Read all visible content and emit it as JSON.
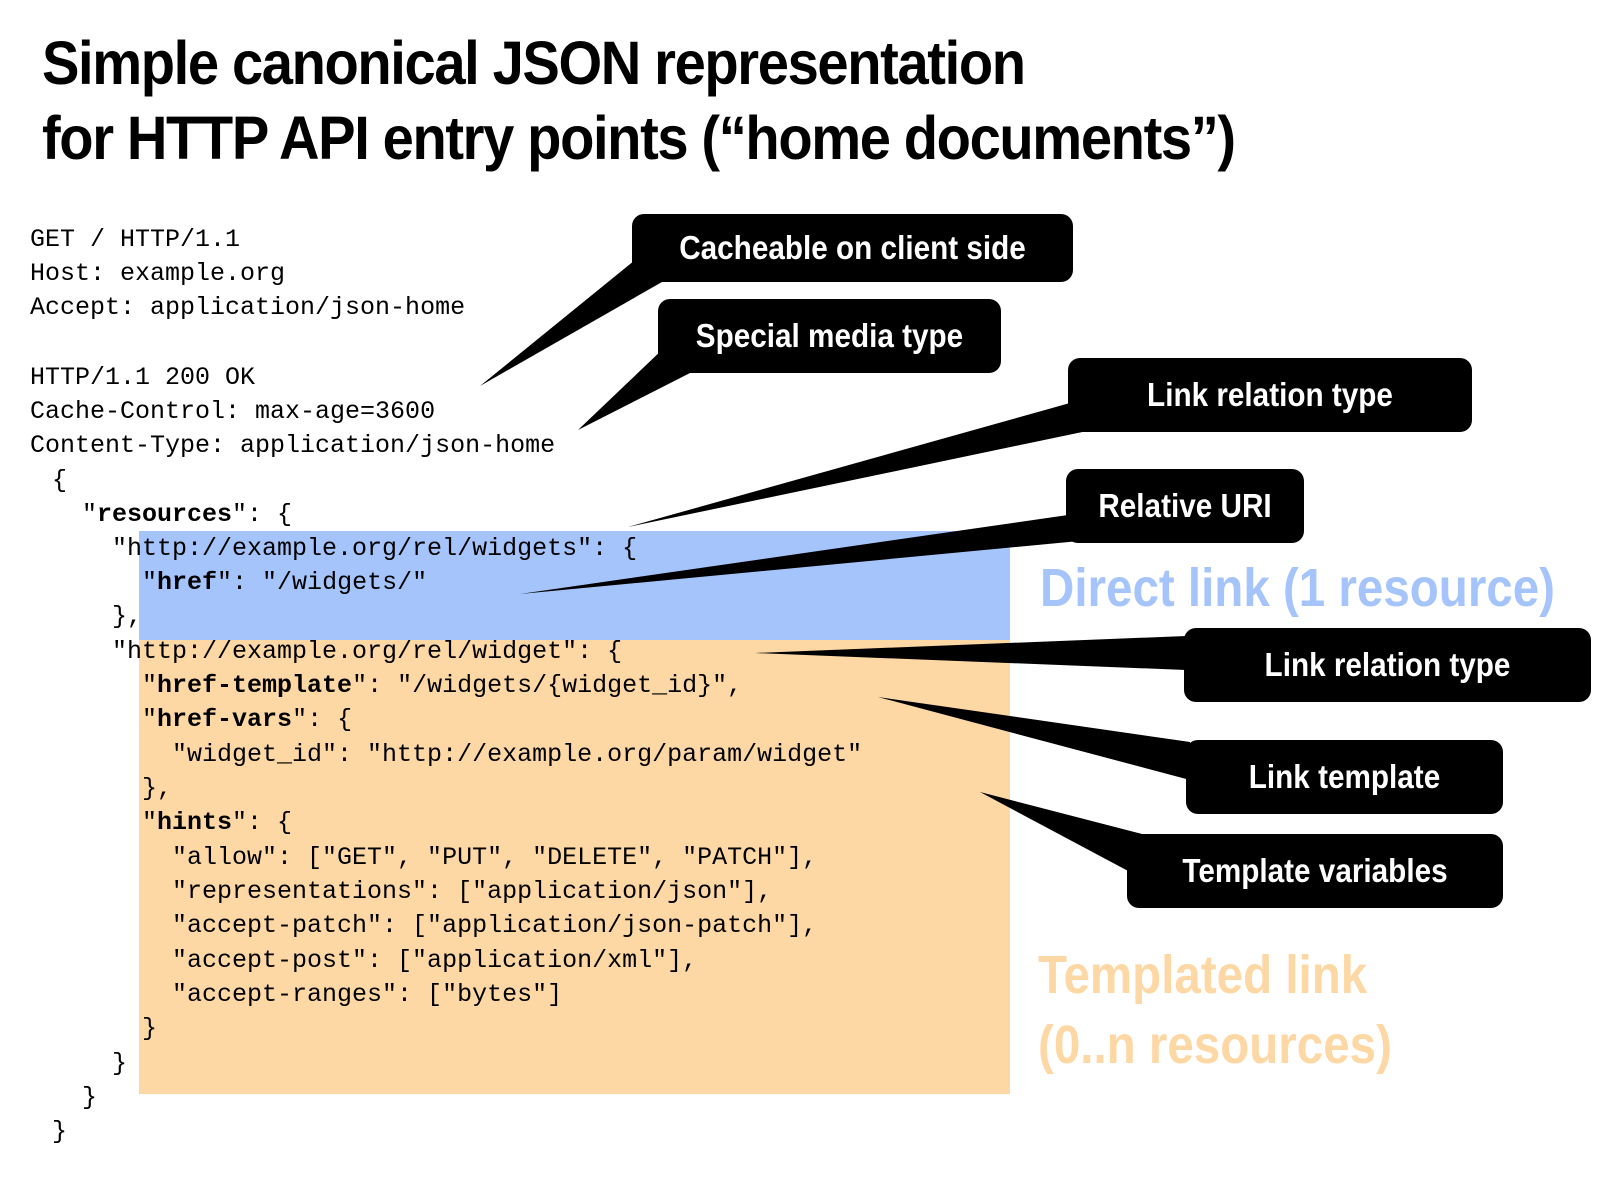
{
  "title": {
    "line1": "Simple canonical JSON representation",
    "line2": "for HTTP API entry points (“home documents”)"
  },
  "code_lines": [
    "GET / HTTP/1.1",
    "Host: example.org",
    "Accept: application/json-home",
    "HTTP/1.1 200 OK",
    "Cache-Control: max-age=3600",
    "Content-Type: application/json-home",
    "{",
    "  \"resources\": {",
    "    \"http://example.org/rel/widgets\": {",
    "      \"href\": \"/widgets/\"",
    "    },",
    "    \"http://example.org/rel/widget\": {",
    "      \"href-template\": \"/widgets/{widget_id}\",",
    "      \"href-vars\": {",
    "        \"widget_id\": \"http://example.org/param/widget\"",
    "      },",
    "      \"hints\": {",
    "        \"allow\": [\"GET\", \"PUT\", \"DELETE\", \"PATCH\"],",
    "        \"representations\": [\"application/json\"],",
    "        \"accept-patch\": [\"application/json-patch\"],",
    "        \"accept-post\": [\"application/xml\"],",
    "        \"accept-ranges\": [\"bytes\"]",
    "      }",
    "    }",
    "  }",
    "}"
  ],
  "callouts": [
    "Cacheable on client side",
    "Special media type",
    "Link relation type",
    "Relative URI",
    "Link relation type",
    "Link template",
    "Template variables"
  ],
  "sections": {
    "direct": "Direct link (1 resource)",
    "templated_line1": "Templated link",
    "templated_line2": "(0..n resources)"
  },
  "colors": {
    "direct": "#a5c4fb",
    "templated": "#fdd8a5",
    "callout": "#000000"
  }
}
